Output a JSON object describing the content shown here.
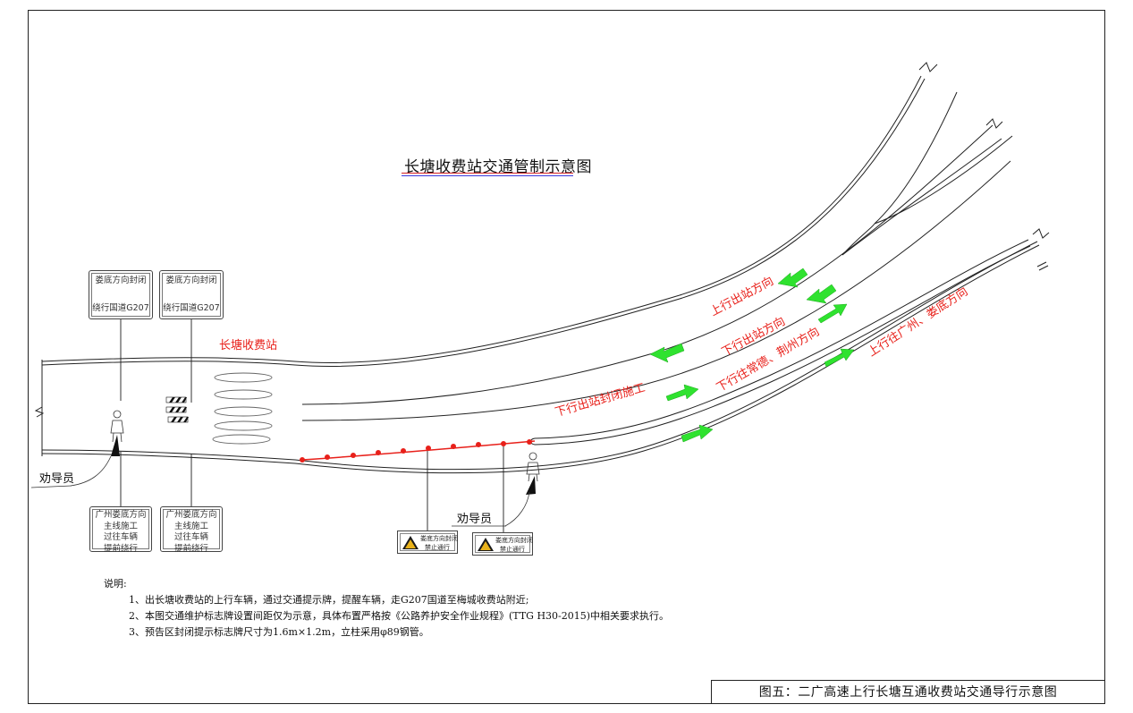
{
  "title": "长塘收费站交通管制示意图",
  "station_label": "长塘收费站",
  "signs_top": [
    {
      "line1": "娄底方向封闭",
      "line2": "绕行国道G207"
    },
    {
      "line1": "娄底方向封闭",
      "line2": "绕行国道G207"
    }
  ],
  "signs_bottom": [
    {
      "lines": [
        "广州娄底方向",
        "主线施工",
        "过往车辆",
        "提前绕行"
      ]
    },
    {
      "lines": [
        "广州娄底方向",
        "主线施工",
        "过往车辆",
        "提前绕行"
      ]
    }
  ],
  "warning_signs": [
    {
      "line1": "娄底方向封闭",
      "line2": "禁止通行"
    },
    {
      "line1": "娄底方向封闭",
      "line2": "禁止通行"
    }
  ],
  "flagger_labels": [
    "劝导员",
    "劝导员"
  ],
  "road_labels": {
    "up_exit": "上行出站方向",
    "down_exit": "下行出站方向",
    "down_to": "下行往常德、荆州方向",
    "closure": "下行出站封闭施工",
    "up_to": "上行往广州、娄底方向"
  },
  "notes": {
    "heading": "说明:",
    "items": [
      "1、出长塘收费站的上行车辆，通过交通提示牌，提醒车辆，走G207国道至梅城收费站附近;",
      "2、本图交通维护标志牌设置间距仅为示意，具体布置严格按《公路养护安全作业规程》(TTG H30-2015)中相关要求执行。",
      "3、预告区封闭提示标志牌尺寸为1.6m×1.2m，立柱采用φ89钢管。"
    ]
  },
  "caption": "图五：二广高速上行长塘互通收费站交通导行示意图",
  "colors": {
    "text_red": "#e8201a",
    "arrow_green": "#2fe22f",
    "cone_red": "#e8201a",
    "title_rule_red": "#d42020",
    "title_rule_blue": "#3a3ae0"
  }
}
